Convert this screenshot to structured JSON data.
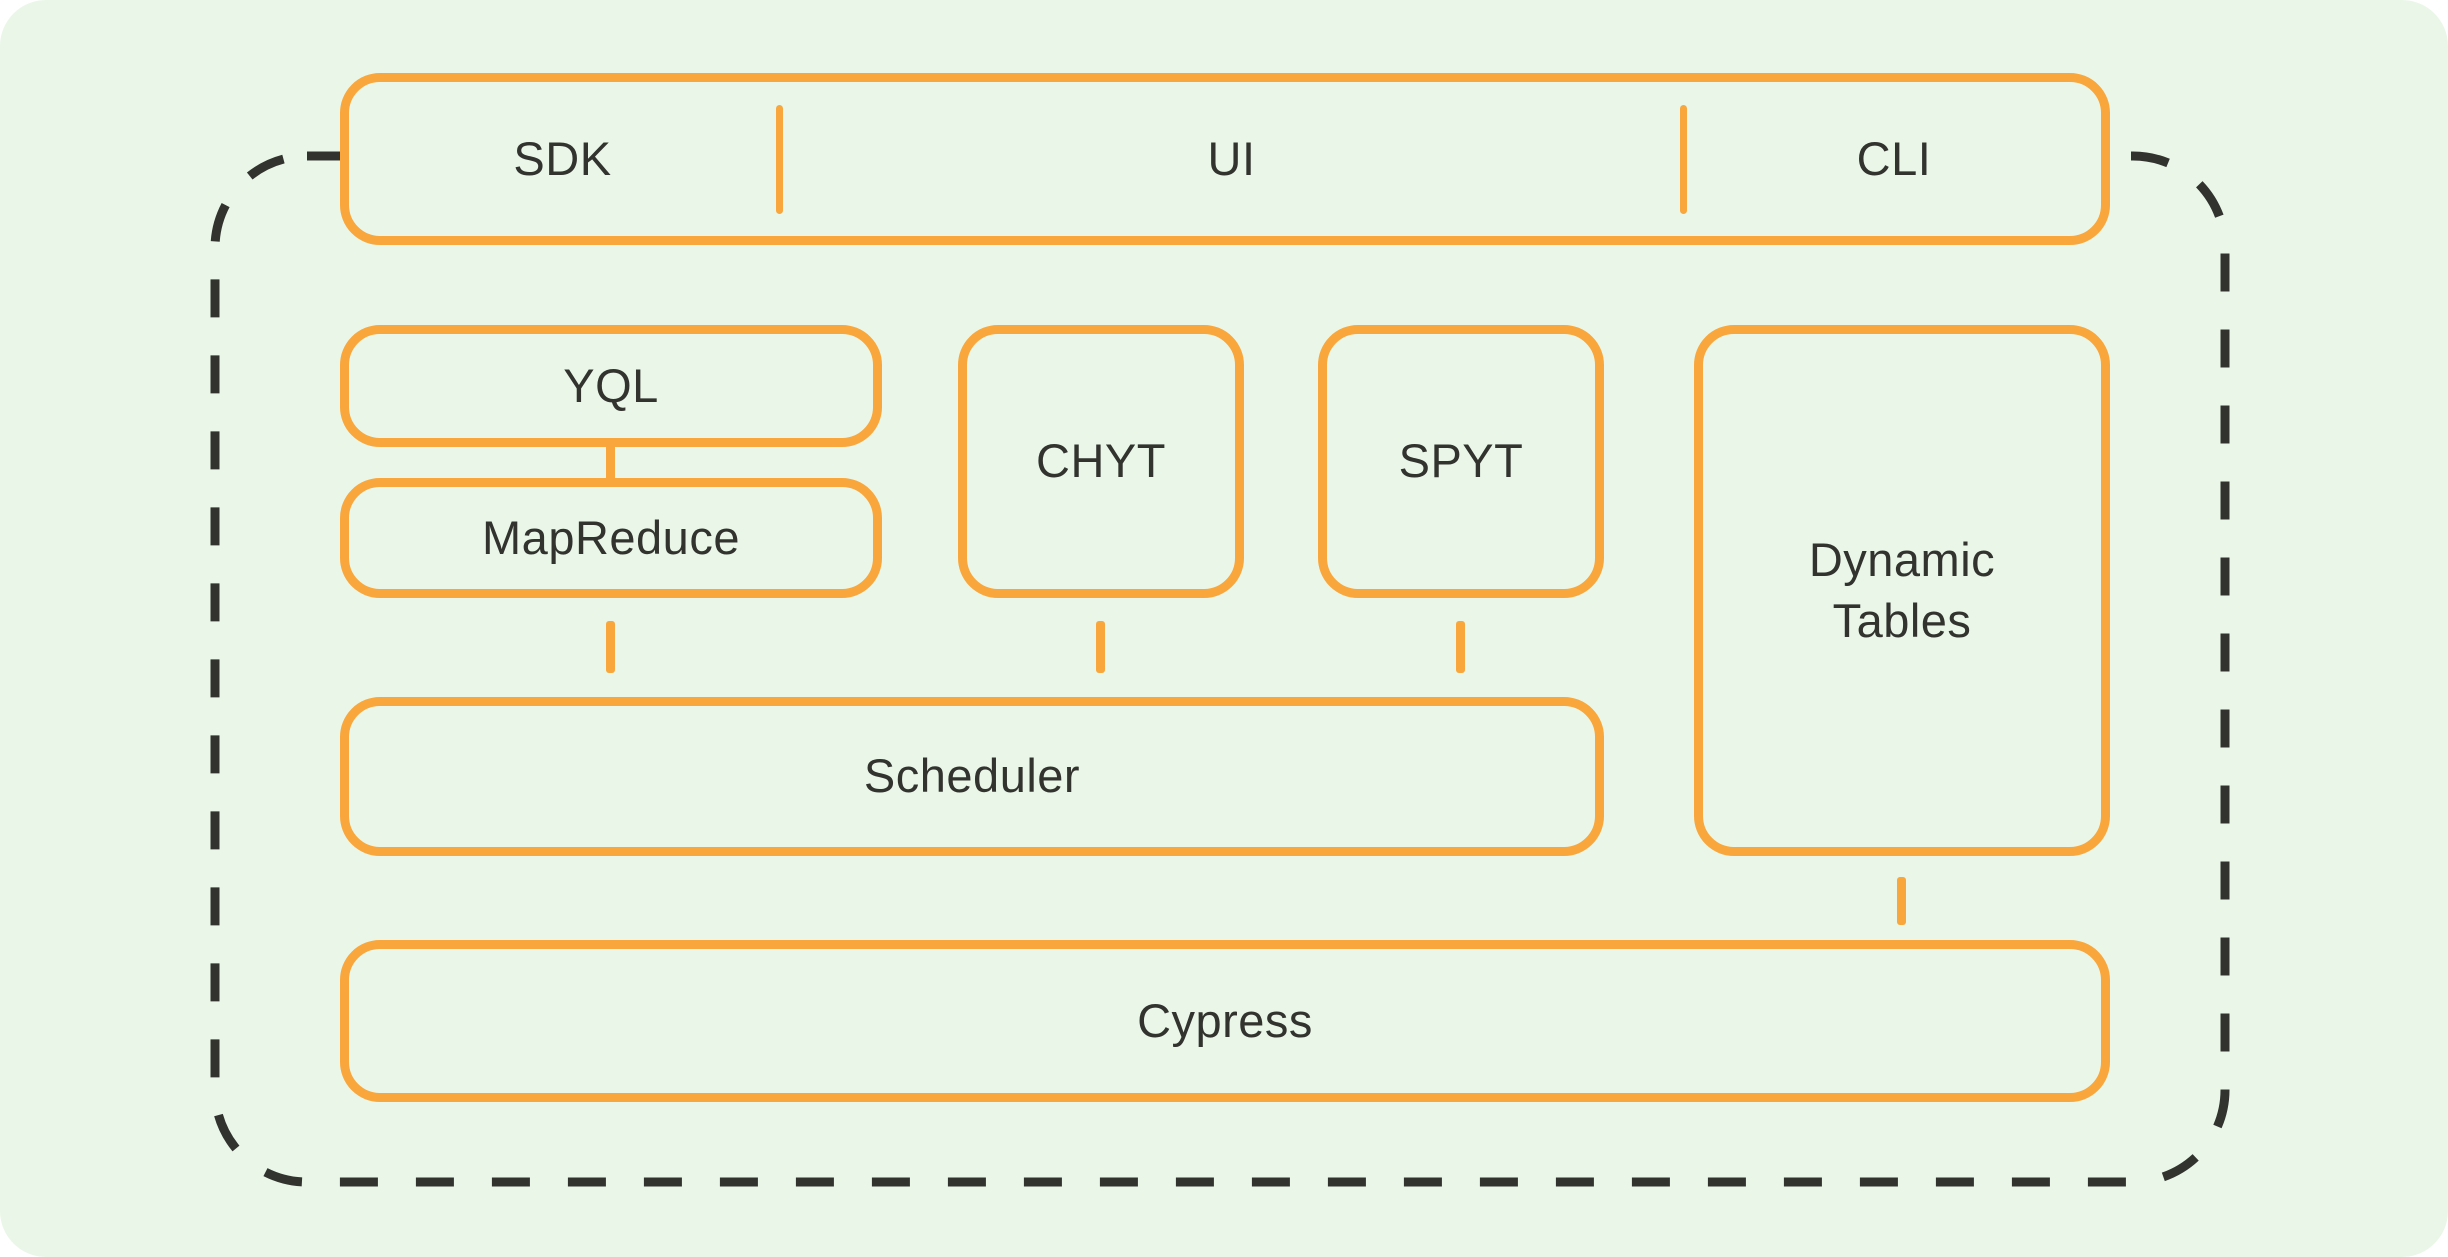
{
  "colors": {
    "page_background": "#ffffff",
    "panel_background": "#EAF7E8",
    "accent_orange": "#F9A63C",
    "ink_dark": "#32332E"
  },
  "top_bar": {
    "items": [
      {
        "label": "SDK"
      },
      {
        "label": "UI"
      },
      {
        "label": "CLI"
      }
    ]
  },
  "boxes": {
    "yql": {
      "label": "YQL"
    },
    "mapreduce": {
      "label": "MapReduce"
    },
    "chyt": {
      "label": "CHYT"
    },
    "spyt": {
      "label": "SPYT"
    },
    "dynamic_tables": {
      "label": "Dynamic Tables"
    },
    "scheduler": {
      "label": "Scheduler"
    },
    "cypress": {
      "label": "Cypress"
    }
  }
}
